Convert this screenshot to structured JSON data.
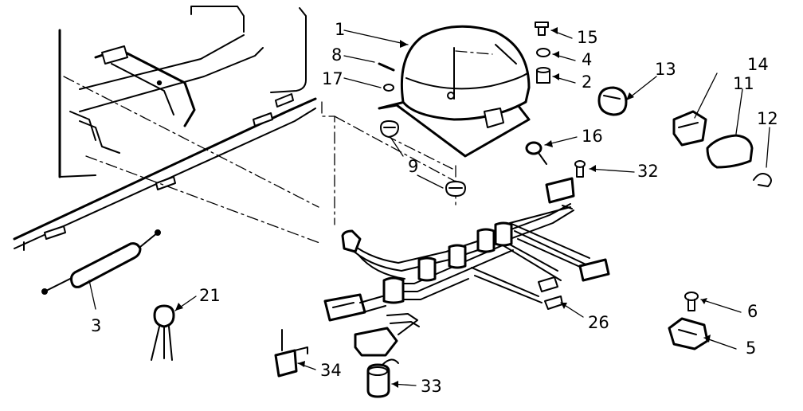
{
  "diagram": {
    "callouts": [
      {
        "id": "1",
        "label": "1"
      },
      {
        "id": "2",
        "label": "2"
      },
      {
        "id": "3",
        "label": "3"
      },
      {
        "id": "4",
        "label": "4"
      },
      {
        "id": "5",
        "label": "5"
      },
      {
        "id": "6",
        "label": "6"
      },
      {
        "id": "8",
        "label": "8"
      },
      {
        "id": "9",
        "label": "9"
      },
      {
        "id": "11",
        "label": "11"
      },
      {
        "id": "12",
        "label": "12"
      },
      {
        "id": "13",
        "label": "13"
      },
      {
        "id": "14",
        "label": "14"
      },
      {
        "id": "15",
        "label": "15"
      },
      {
        "id": "16",
        "label": "16"
      },
      {
        "id": "17",
        "label": "17"
      },
      {
        "id": "21",
        "label": "21"
      },
      {
        "id": "26",
        "label": "26"
      },
      {
        "id": "32",
        "label": "32"
      },
      {
        "id": "33",
        "label": "33"
      },
      {
        "id": "34",
        "label": "34"
      }
    ]
  }
}
